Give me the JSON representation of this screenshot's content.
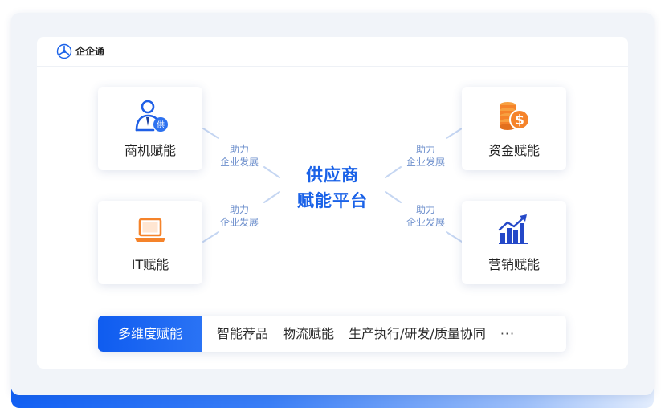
{
  "app": {
    "name": "企企通"
  },
  "center": {
    "line1": "供应商",
    "line2": "赋能平台"
  },
  "nodes": [
    {
      "id": "business",
      "label": "商机赋能",
      "icon": "supplier-person-icon",
      "badge": "供"
    },
    {
      "id": "it",
      "label": "IT赋能",
      "icon": "laptop-icon"
    },
    {
      "id": "finance",
      "label": "资金赋能",
      "icon": "coins-dollar-icon"
    },
    {
      "id": "marketing",
      "label": "营销赋能",
      "icon": "growth-chart-icon"
    }
  ],
  "edge_labels": [
    {
      "line1": "助力",
      "line2": "企业发展"
    },
    {
      "line1": "助力",
      "line2": "企业发展"
    },
    {
      "line1": "助力",
      "line2": "企业发展"
    },
    {
      "line1": "助力",
      "line2": "企业发展"
    }
  ],
  "tags": {
    "primary": "多维度赋能",
    "items": [
      "智能荐品",
      "物流赋能",
      "生产执行/研发/质量协同"
    ],
    "more": "···"
  },
  "colors": {
    "accent": "#1a62e8",
    "connector": "#c5d6f2",
    "edge_label": "#6d8fcc",
    "orange": "#f5832a",
    "navy": "#2448c8"
  }
}
